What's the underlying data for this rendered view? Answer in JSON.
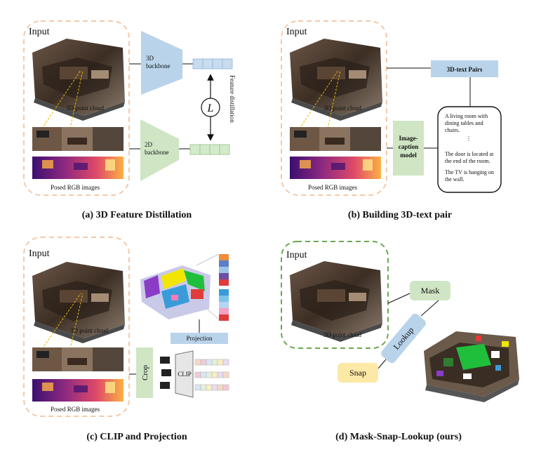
{
  "panel_a": {
    "input_label": "Input",
    "point_cloud_label": "3D point cloud",
    "images_label": "Posed RGB images",
    "backbone_3d": [
      "3D",
      "backbone"
    ],
    "backbone_2d": [
      "2D",
      "backbone"
    ],
    "loss_symbol": "L",
    "distill_label": "Feature distillation",
    "caption": "(a) 3D Feature Distillation"
  },
  "panel_b": {
    "input_label": "Input",
    "point_cloud_label": "3D point cloud",
    "images_label": "Posed RGB images",
    "pairs_label": "3D-text Pairs",
    "model_label": [
      "Image-",
      "caption",
      "model"
    ],
    "captions": [
      "A living room with",
      "dining tables and",
      "chairs.",
      "⋮",
      "The door is located at",
      "the end of the room.",
      "The TV is hanging on",
      "the wall."
    ],
    "caption": "(b) Building 3D-text pair"
  },
  "panel_c": {
    "input_label": "Input",
    "point_cloud_label": "3D point cloud",
    "images_label": "Posed RGB images",
    "crop_label": "Crop",
    "clip_label": "CLIP",
    "projection_label": "Projection",
    "caption": "(c) CLIP and Projection"
  },
  "panel_d": {
    "input_label": "Input",
    "point_cloud_label": "3D point cloud",
    "mask_label": "Mask",
    "lookup_label": "Lookup",
    "snap_label": "Snap",
    "caption": "(d) Mask-Snap-Lookup (ours)"
  },
  "colors": {
    "orange_dash": "#f5c9a8",
    "green_dash": "#6aa84f",
    "blue": "#b9d3ea",
    "green": "#cfe5c4",
    "yellow": "#fde9a6"
  }
}
